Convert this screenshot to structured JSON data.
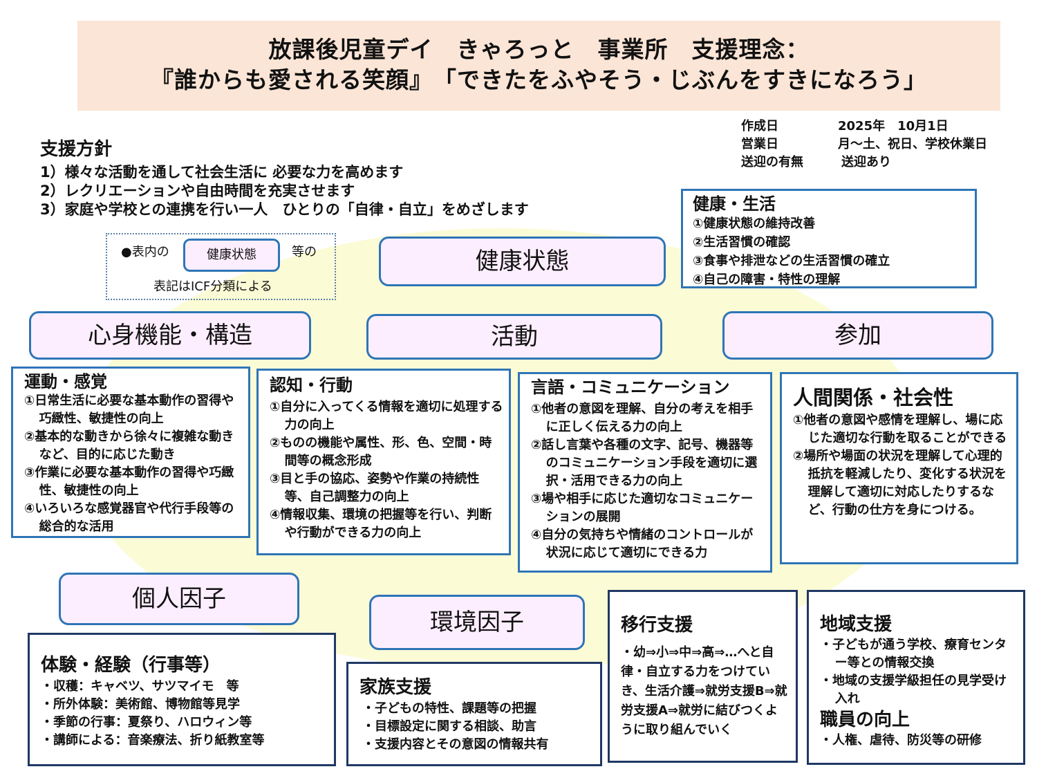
{
  "header": {
    "line1": "放課後児童デイ　きゃろっと　事業所　支援理念：",
    "line2": "『誰からも愛される笑顔』　「できたをふやそう・じぶんをすきになろう」"
  },
  "meta": {
    "created_label": "作成日",
    "created_value": "2025年　10月1日",
    "business_days_label": "営業日",
    "business_days_value": "月～土、祝日、学校休業日",
    "transport_label": "送迎の有無",
    "transport_value": "送迎あり"
  },
  "policy": {
    "title": "支援方針",
    "items": [
      "1）様々な活動を通して社会生活に 必要な力を高めます",
      "2）レクリエーションや自由時間を充実させます",
      "3）家庭や学校との連携を行い一人　ひとりの「自律・自立」をめざします"
    ]
  },
  "legend": {
    "prefix": "●表内の",
    "pill": "健康状態",
    "suffix": "等の",
    "note": "表記はICF分類による"
  },
  "pills": {
    "health": "健康状態",
    "body": "心身機能・構造",
    "activity": "活動",
    "participation": "参加",
    "personal": "個人因子",
    "environment": "環境因子"
  },
  "boxes": {
    "health_life": {
      "title": "健康・生活",
      "items": [
        "①健康状態の維持改善",
        "②生活習慣の確認",
        "③食事や排泄などの生活習慣の確立",
        "④自己の障害・特性の理解"
      ]
    },
    "motor": {
      "title": "運動・感覚",
      "items": [
        "①日常生活に必要な基本動作の習得や巧緻性、敏捷性の向上",
        "②基本的な動きから徐々に複雑な動きなど、目的に応じた動き",
        "③作業に必要な基本動作の習得や巧緻性、敏捷性の向上",
        "④いろいろな感覚器官や代行手段等の総合的な活用"
      ]
    },
    "cognition": {
      "title": "認知・行動",
      "items": [
        "①自分に入ってくる情報を適切に処理する力の向上",
        "②ものの機能や属性、形、色、空間・時間等の概念形成",
        "③目と手の協応、姿勢や作業の持続性等、自己調整力の向上",
        "④情報収集、環境の把握等を行い、判断や行動ができる力の向上"
      ]
    },
    "language": {
      "title": "言語・コミュニケーション",
      "items": [
        "①他者の意図を理解、自分の考えを相手に正しく伝える力の向上",
        "②話し言葉や各種の文字、記号、機器等のコミュニケーション手段を適切に選択・活用できる力の向上",
        "③場や相手に応じた適切なコミュニケーションの展開",
        "④自分の気持ちや情緒のコントロールが状況に応じて適切にできる力"
      ]
    },
    "social": {
      "title": "人間関係・社会性",
      "items": [
        "①他者の意図や感情を理解し、場に応じた適切な行動を取ることができる",
        "②場所や場面の状況を理解して心理的抵抗を軽減したり、変化する状況を理解して適切に対応したりするなど、行動の仕方を身につける。"
      ]
    },
    "experience": {
      "title": "体験・経験（行事等）",
      "items": [
        "・収穫：キャベツ、サツマイモ　等",
        "・所外体験：美術館、博物館等見学",
        "・季節の行事：夏祭り、ハロウィン等",
        "・講師による：音楽療法、折り紙教室等"
      ]
    },
    "family": {
      "title": "家族支援",
      "items": [
        "・子どもの特性、課題等の把握",
        "・目標設定に関する相談、助言",
        "・支援内容とその意図の情報共有"
      ]
    },
    "transition": {
      "title": "移行支援",
      "text": "・幼⇒小⇒中⇒高⇒…へと自律・自立する力をつけていき、生活介護⇒就労支援B⇒就労支援A⇒就労に結びつくように取り組んでいく"
    },
    "community": {
      "title": "地域支援",
      "items": [
        "・子どもが通う学校、療育センター等との情報交換",
        "・地域の支援学級担任の見学受け入れ"
      ],
      "title2": "職員の向上",
      "items2": [
        "・人権、虐待、防災等の研修"
      ]
    }
  }
}
